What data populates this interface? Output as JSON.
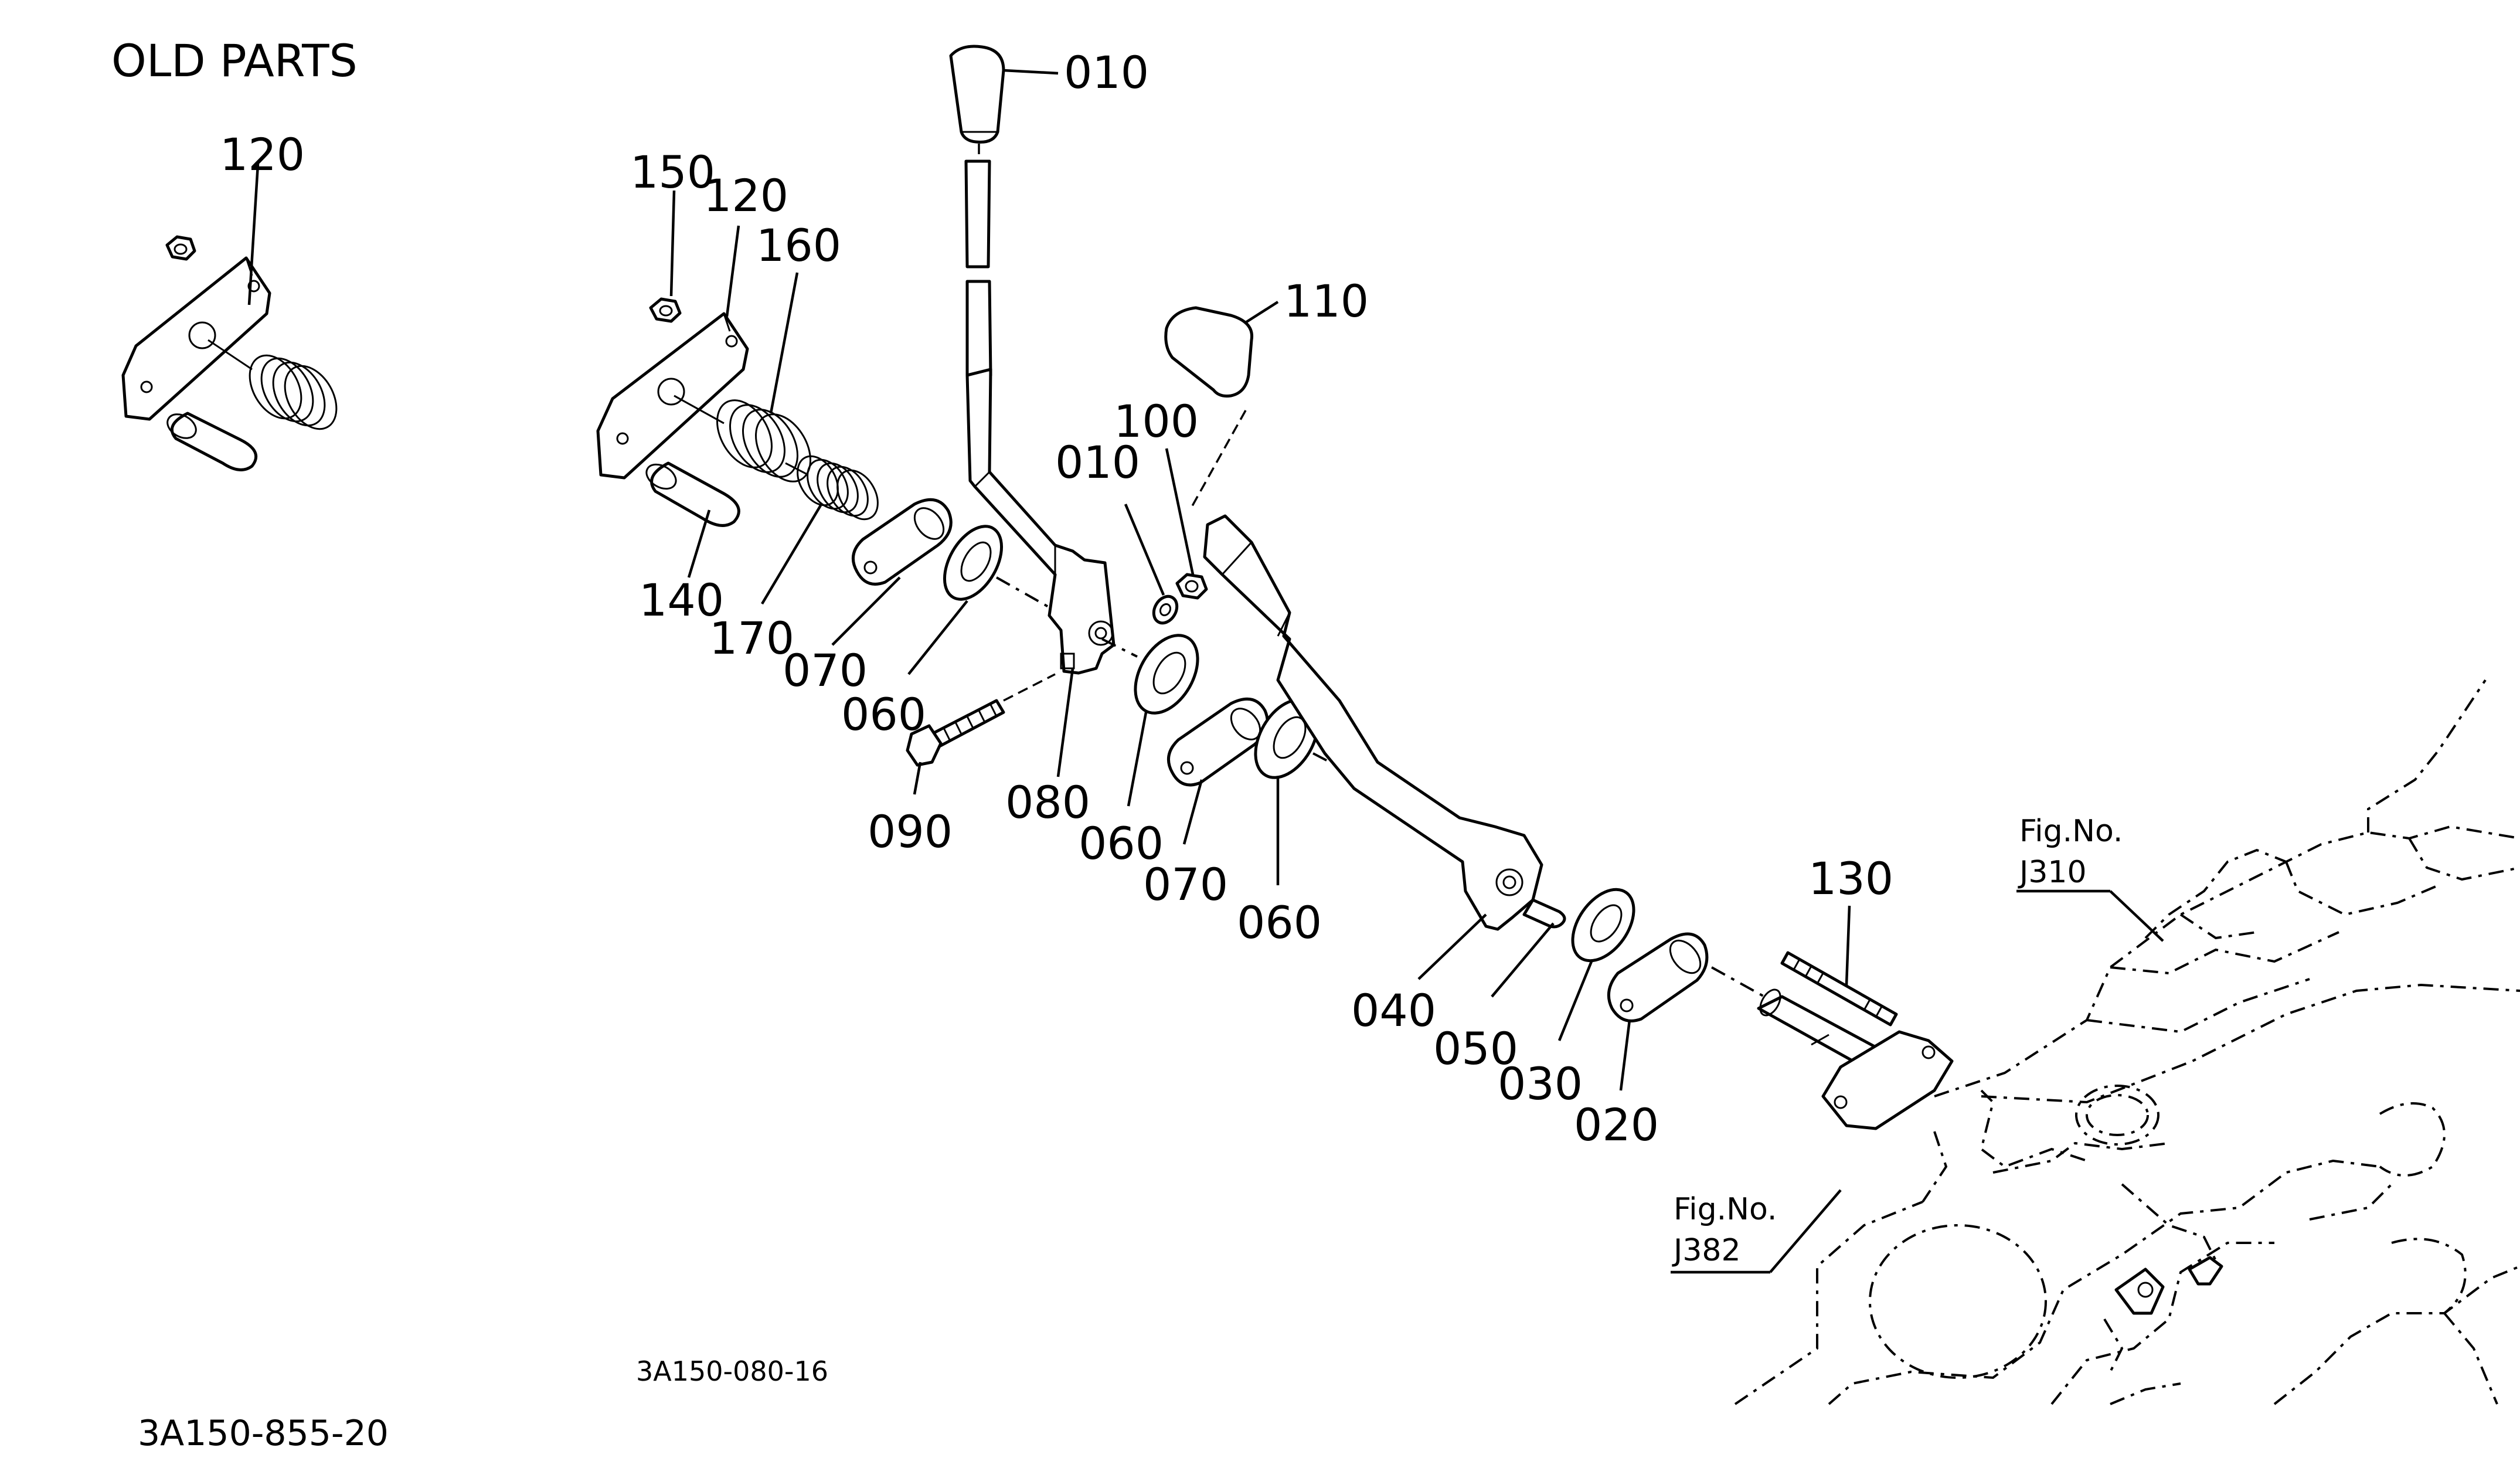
{
  "heading": "OLD PARTS",
  "drawing_code_center": "3A150-080-16",
  "drawing_code_bottom": "3A150-855-20",
  "callouts": [
    {
      "id": "old-120",
      "label": "120"
    },
    {
      "id": "150",
      "label": "150"
    },
    {
      "id": "120",
      "label": "120"
    },
    {
      "id": "160",
      "label": "160"
    },
    {
      "id": "140",
      "label": "140"
    },
    {
      "id": "170",
      "label": "170"
    },
    {
      "id": "070a",
      "label": "070"
    },
    {
      "id": "060a",
      "label": "060"
    },
    {
      "id": "090",
      "label": "090"
    },
    {
      "id": "080",
      "label": "080"
    },
    {
      "id": "010a",
      "label": "010"
    },
    {
      "id": "010b",
      "label": "010"
    },
    {
      "id": "100",
      "label": "100"
    },
    {
      "id": "110",
      "label": "110"
    },
    {
      "id": "060b",
      "label": "060"
    },
    {
      "id": "070b",
      "label": "070"
    },
    {
      "id": "060c",
      "label": "060"
    },
    {
      "id": "040",
      "label": "040"
    },
    {
      "id": "050",
      "label": "050"
    },
    {
      "id": "030",
      "label": "030"
    },
    {
      "id": "020",
      "label": "020"
    },
    {
      "id": "130",
      "label": "130"
    }
  ],
  "figure_refs": [
    {
      "line1": "Fig.No.",
      "line2": "J310"
    },
    {
      "line1": "Fig.No.",
      "line2": "J382"
    }
  ]
}
